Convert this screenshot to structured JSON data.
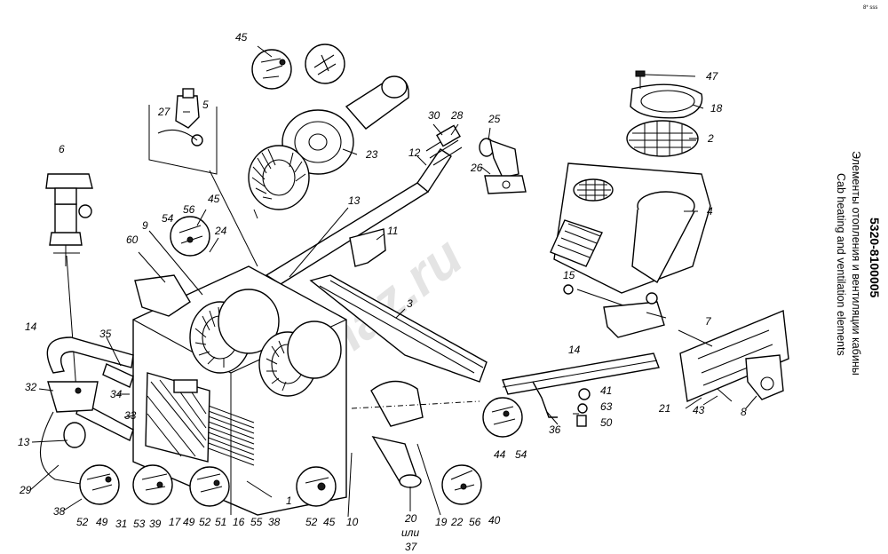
{
  "title": {
    "code": "5320-8100005",
    "ru": "Элементы отопления и вентиляции кабины",
    "en": "Cab heating and ventilation elements"
  },
  "corner_mark": "8* sss",
  "watermark": "ok-kamaz.ru",
  "alt_label": {
    "connector": "или",
    "number": "37"
  },
  "callouts": [
    "45",
    "47",
    "18",
    "2",
    "4",
    "5",
    "27",
    "30",
    "28",
    "25",
    "26",
    "6",
    "23",
    "12",
    "13",
    "11",
    "45",
    "56",
    "54",
    "24",
    "9",
    "60",
    "3",
    "15",
    "7",
    "14",
    "35",
    "32",
    "34",
    "33",
    "13",
    "29",
    "38",
    "52",
    "49",
    "31",
    "53",
    "39",
    "17",
    "49",
    "52",
    "51",
    "16",
    "55",
    "38",
    "1",
    "52",
    "45",
    "10",
    "20",
    "19",
    "22",
    "56",
    "40",
    "14",
    "41",
    "63",
    "50",
    "36",
    "44",
    "54",
    "21",
    "43",
    "8"
  ]
}
